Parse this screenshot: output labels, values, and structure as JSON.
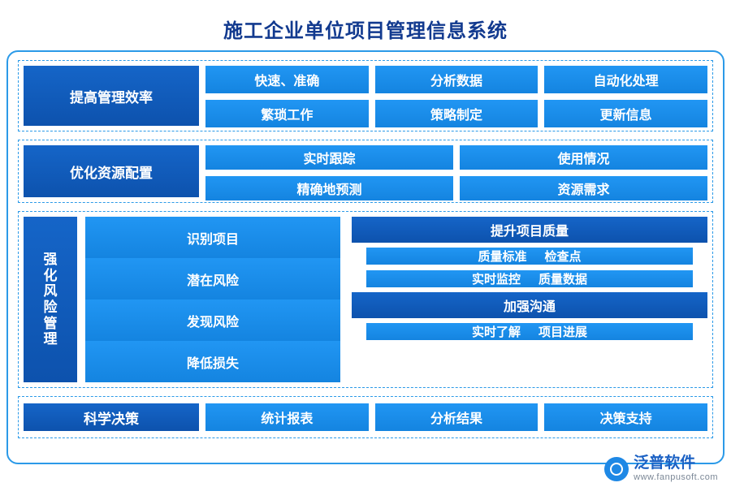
{
  "title": "施工企业单位项目管理信息系统",
  "sections": {
    "row1": {
      "label": "提高管理效率",
      "cells_top": [
        "快速、准确",
        "分析数据",
        "自动化处理"
      ],
      "cells_bottom": [
        "繁琐工作",
        "策略制定",
        "更新信息"
      ]
    },
    "row2": {
      "label": "优化资源配置",
      "cells_top": [
        "实时跟踪",
        "使用情况"
      ],
      "cells_bottom": [
        "精确地预测",
        "资源需求"
      ]
    },
    "row3": {
      "risk_label": "强化风险管理",
      "risk_items": [
        "识别项目",
        "潜在风险",
        "发现风险",
        "降低损失"
      ],
      "quality_header": "提升项目质量",
      "quality_items": [
        [
          "质量标准",
          "检查点"
        ],
        [
          "实时监控",
          "质量数据"
        ]
      ],
      "communication_header": "加强沟通",
      "communication_items": [
        [
          "实时了解",
          "项目进展"
        ]
      ]
    },
    "row4": {
      "label": "科学决策",
      "cells": [
        "统计报表",
        "分析结果",
        "决策支持"
      ]
    }
  },
  "logo": {
    "name": "泛普软件",
    "url": "www.fanpusoft.com"
  }
}
